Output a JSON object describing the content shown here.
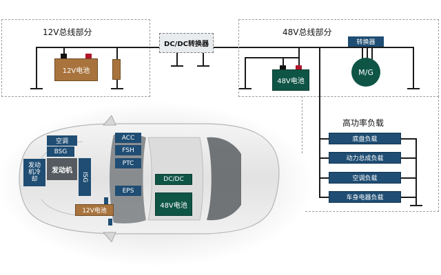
{
  "section_12v": {
    "title": "12V总线部分",
    "battery": "12V电池"
  },
  "converter_dcdc": {
    "label": "DC/DC转换器"
  },
  "section_48v": {
    "title": "48V总线部分",
    "battery": "48V电池",
    "converter": "转换器",
    "motor": "M/G"
  },
  "high_power_loads": {
    "title": "高功率负载",
    "items": [
      "底盘负载",
      "动力总成负载",
      "空调负载",
      "车身电器负载"
    ]
  },
  "vehicle": {
    "ac": "空调",
    "bsg": "BSG",
    "cooling": "发动机冷却",
    "engine": "发动机",
    "isg": "ISG",
    "acc": "ACC",
    "fsh": "FSH",
    "ptc": "PTC",
    "eps": "EPS",
    "dcdc": "DC/DC",
    "battery48": "48V电池",
    "battery12": "12V电池"
  },
  "colors": {
    "battery_12v": "#a8733d",
    "battery_48v": "#0f5546",
    "load_box": "#1f4d73",
    "engine": "#555b60",
    "terminal_positive": "#b3152a",
    "terminal_negative": "#111111"
  }
}
